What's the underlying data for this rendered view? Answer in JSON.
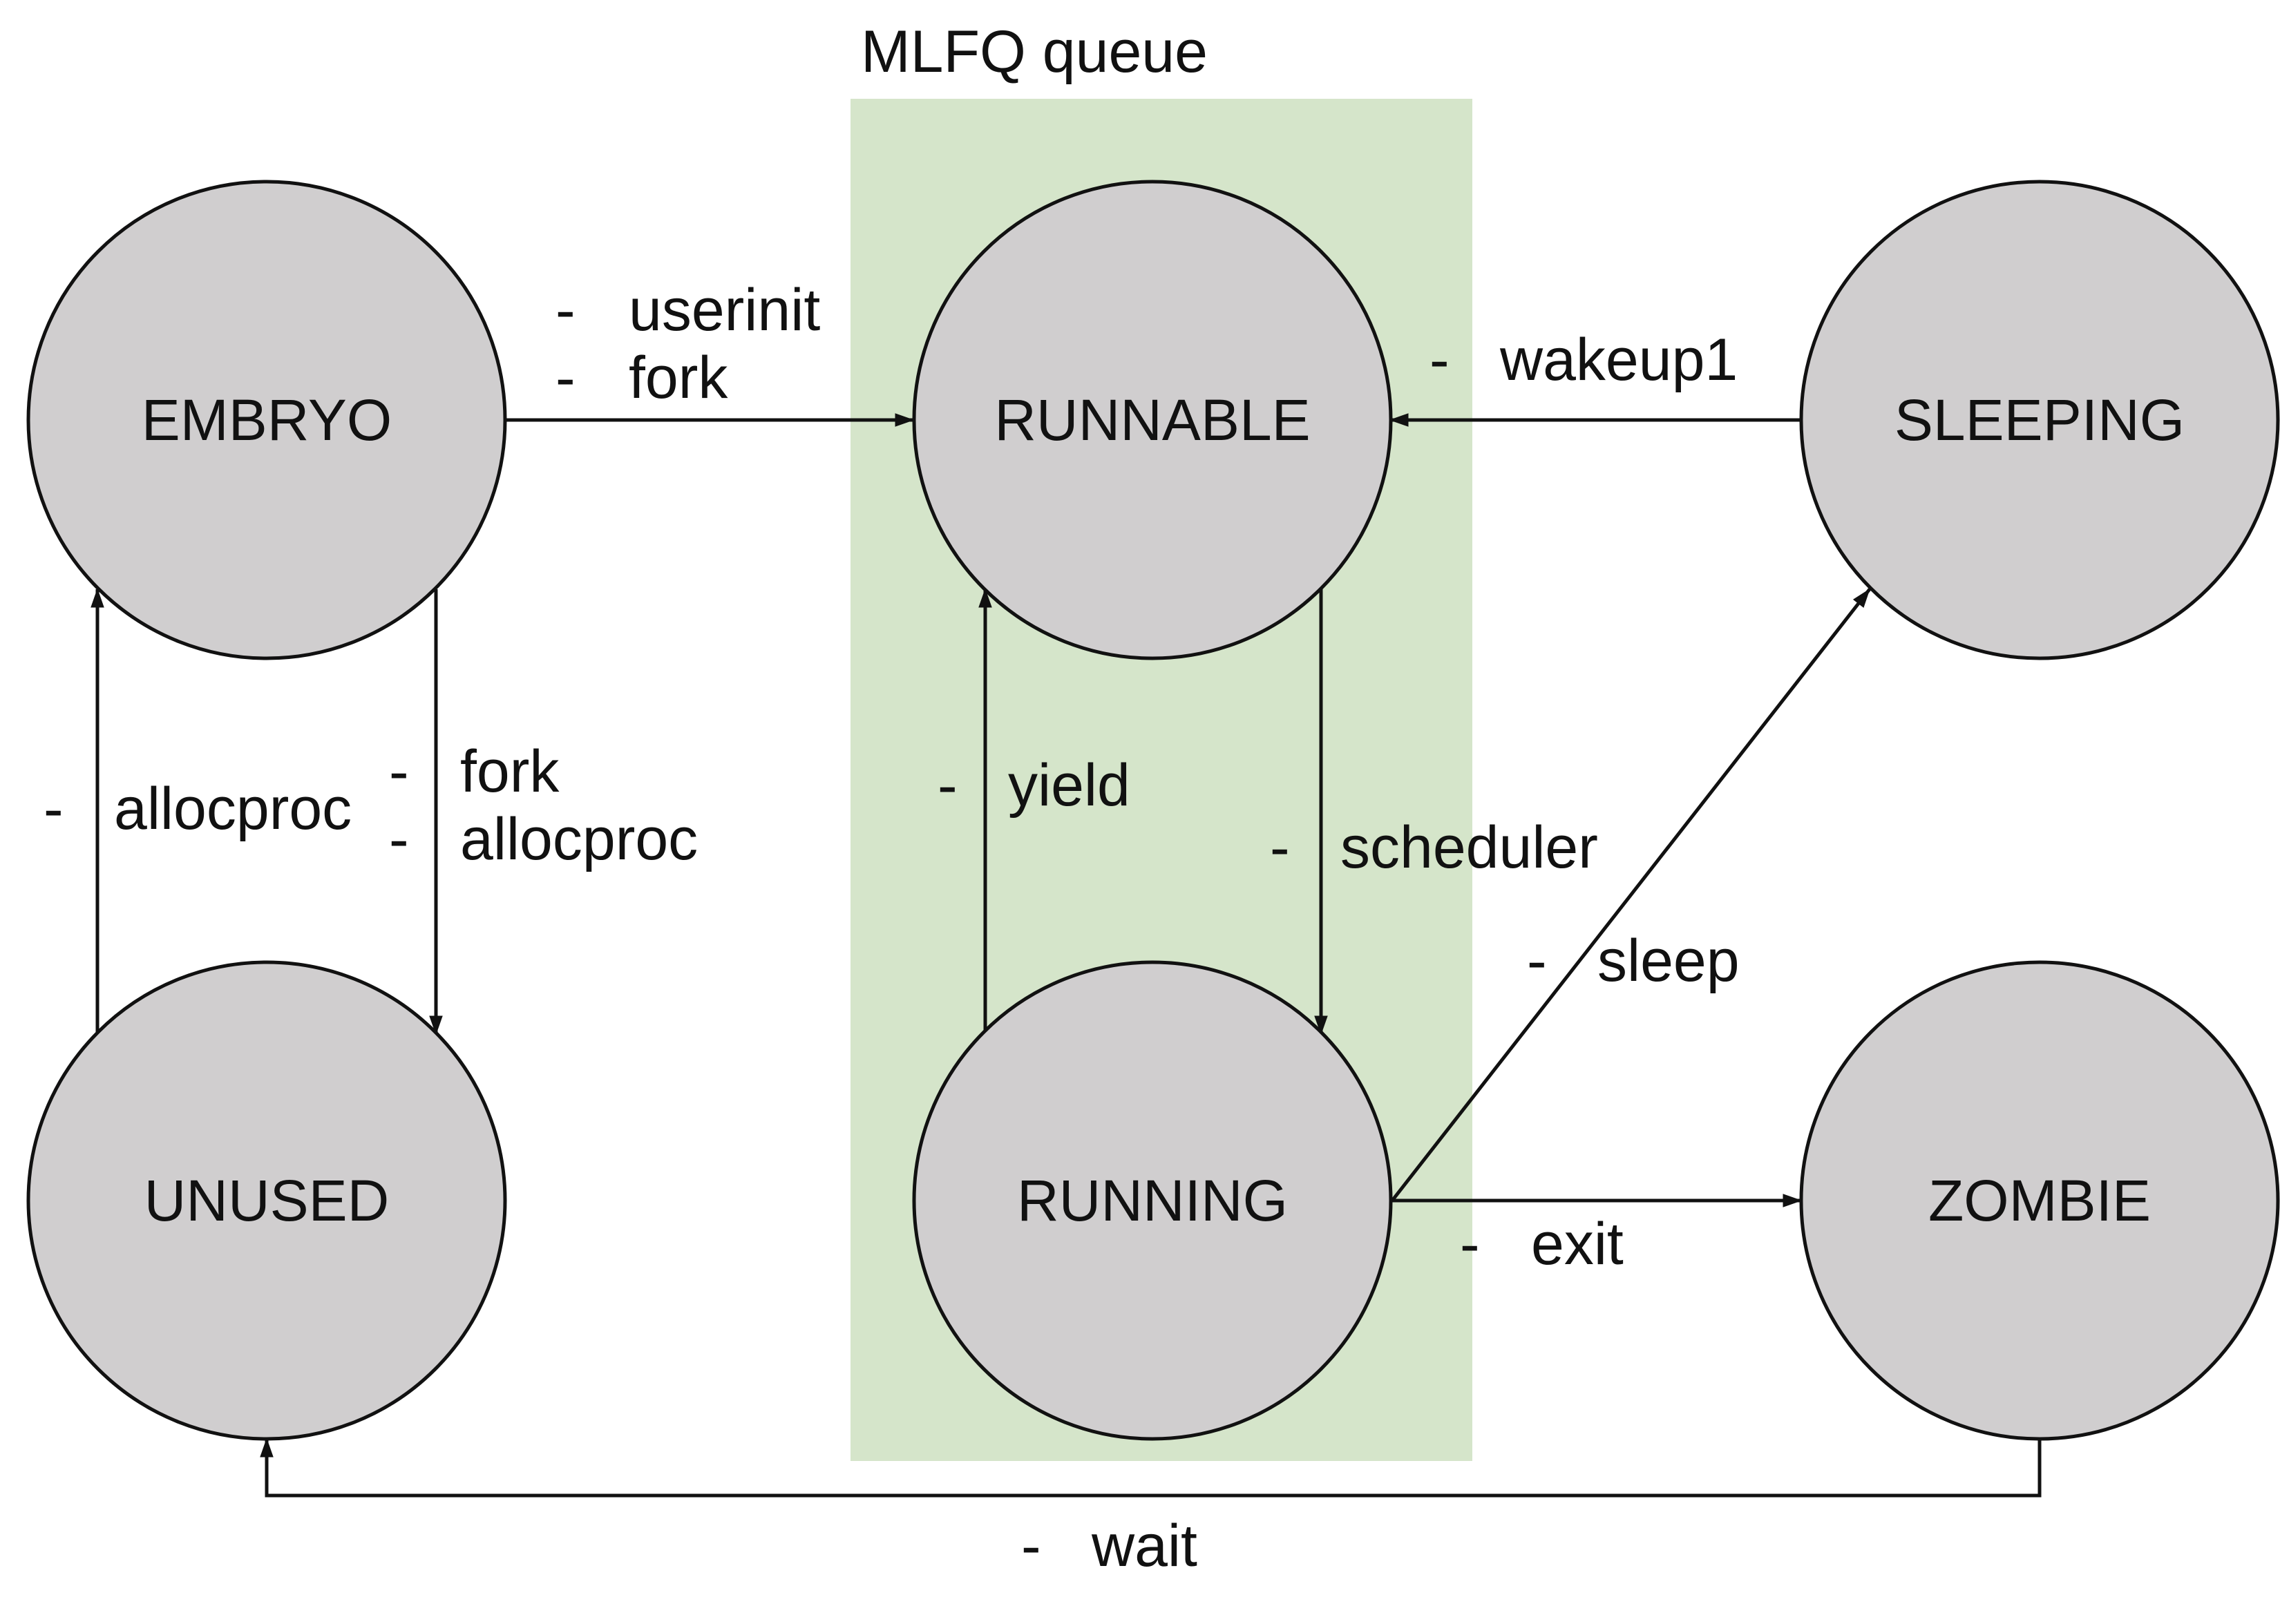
{
  "colors": {
    "background": "#ffffff",
    "state_fill": "#d0cecf",
    "state_stroke": "#111111",
    "queue_fill": "#d5e5ca",
    "edge": "#111111",
    "text": "#111111"
  },
  "queue": {
    "title": "MLFQ queue"
  },
  "states": {
    "embryo": "EMBRYO",
    "runnable": "RUNNABLE",
    "sleeping": "SLEEPING",
    "unused": "UNUSED",
    "running": "RUNNING",
    "zombie": "ZOMBIE"
  },
  "bullet": "-",
  "edges": {
    "embryo_to_runnable": [
      "userinit",
      "fork"
    ],
    "sleeping_to_runnable": [
      "wakeup1"
    ],
    "unused_to_embryo": [
      "allocproc"
    ],
    "embryo_to_unused": [
      "fork",
      "allocproc"
    ],
    "running_to_runnable": [
      "yield"
    ],
    "runnable_to_running": [
      "scheduler"
    ],
    "running_to_sleeping": [
      "sleep"
    ],
    "running_to_zombie": [
      "exit"
    ],
    "zombie_to_unused": [
      "wait"
    ]
  }
}
